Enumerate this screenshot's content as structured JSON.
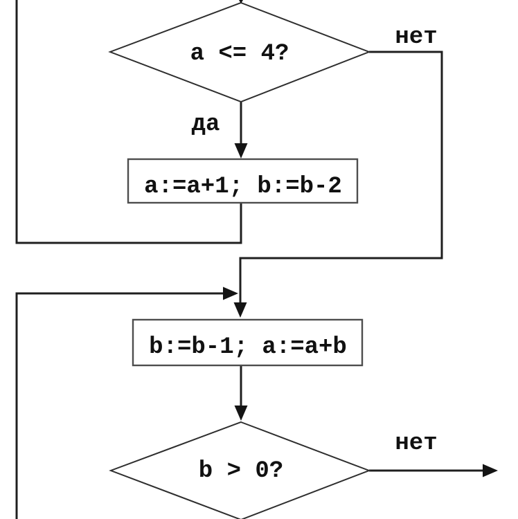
{
  "diagram": {
    "type": "flowchart",
    "language": "ru",
    "colors": {
      "background": "#ffffff",
      "line": "#1f1f1f",
      "diamond_border": "#2e2e2e",
      "box_border": "#4d4d4d",
      "text": "#111111",
      "arrowhead": "#141414"
    },
    "nodes": [
      {
        "id": "decision-a",
        "shape": "diamond",
        "label": "a <= 4?"
      },
      {
        "id": "process-1",
        "shape": "rect",
        "label": "a:=a+1; b:=b-2"
      },
      {
        "id": "process-2",
        "shape": "rect",
        "label": "b:=b-1; a:=a+b"
      },
      {
        "id": "decision-b",
        "shape": "diamond",
        "label": "b > 0?"
      }
    ],
    "branch_labels": [
      {
        "id": "decision-a-no",
        "text": "нет"
      },
      {
        "id": "decision-a-yes",
        "text": "да"
      },
      {
        "id": "decision-b-no",
        "text": "нет"
      }
    ],
    "edges": [
      {
        "from": "decision-a",
        "to": "process-1",
        "label": "да"
      },
      {
        "from": "decision-a",
        "to": "process-2",
        "label": "нет"
      },
      {
        "from": "process-1",
        "to": "offscreen-top-loop",
        "label": ""
      },
      {
        "from": "offscreen-bottom-loop",
        "to": "process-2",
        "label": ""
      },
      {
        "from": "process-2",
        "to": "decision-b",
        "label": ""
      },
      {
        "from": "decision-b",
        "to": "offscreen-right",
        "label": "нет"
      }
    ]
  }
}
